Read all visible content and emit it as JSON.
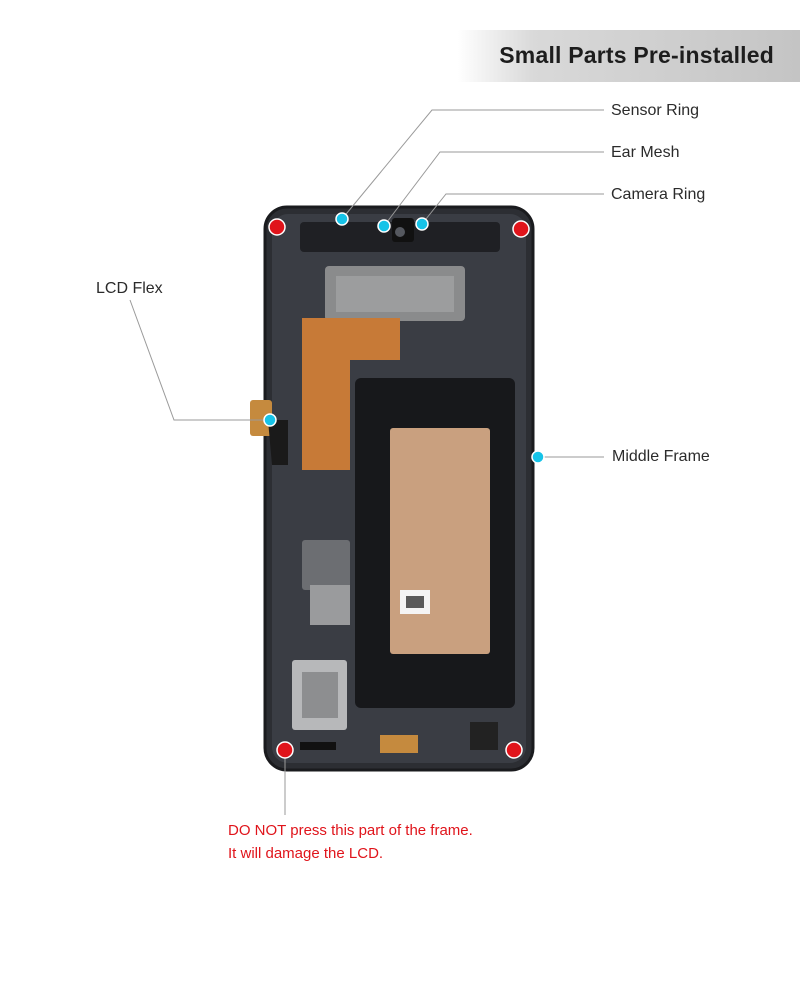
{
  "banner": {
    "title": "Small Parts Pre-installed"
  },
  "labels": {
    "sensor_ring": "Sensor Ring",
    "ear_mesh": "Ear Mesh",
    "camera_ring": "Camera Ring",
    "lcd_flex": "LCD Flex",
    "middle_frame": "Middle Frame"
  },
  "warning": {
    "line1": "DO NOT press this part of the frame.",
    "line2": "It will damage the LCD."
  },
  "colors": {
    "callout_dot": "#16c3e8",
    "warning_dot": "#e0141b",
    "warning_text": "#e0141b",
    "leader_line": "#9a9a9a"
  }
}
